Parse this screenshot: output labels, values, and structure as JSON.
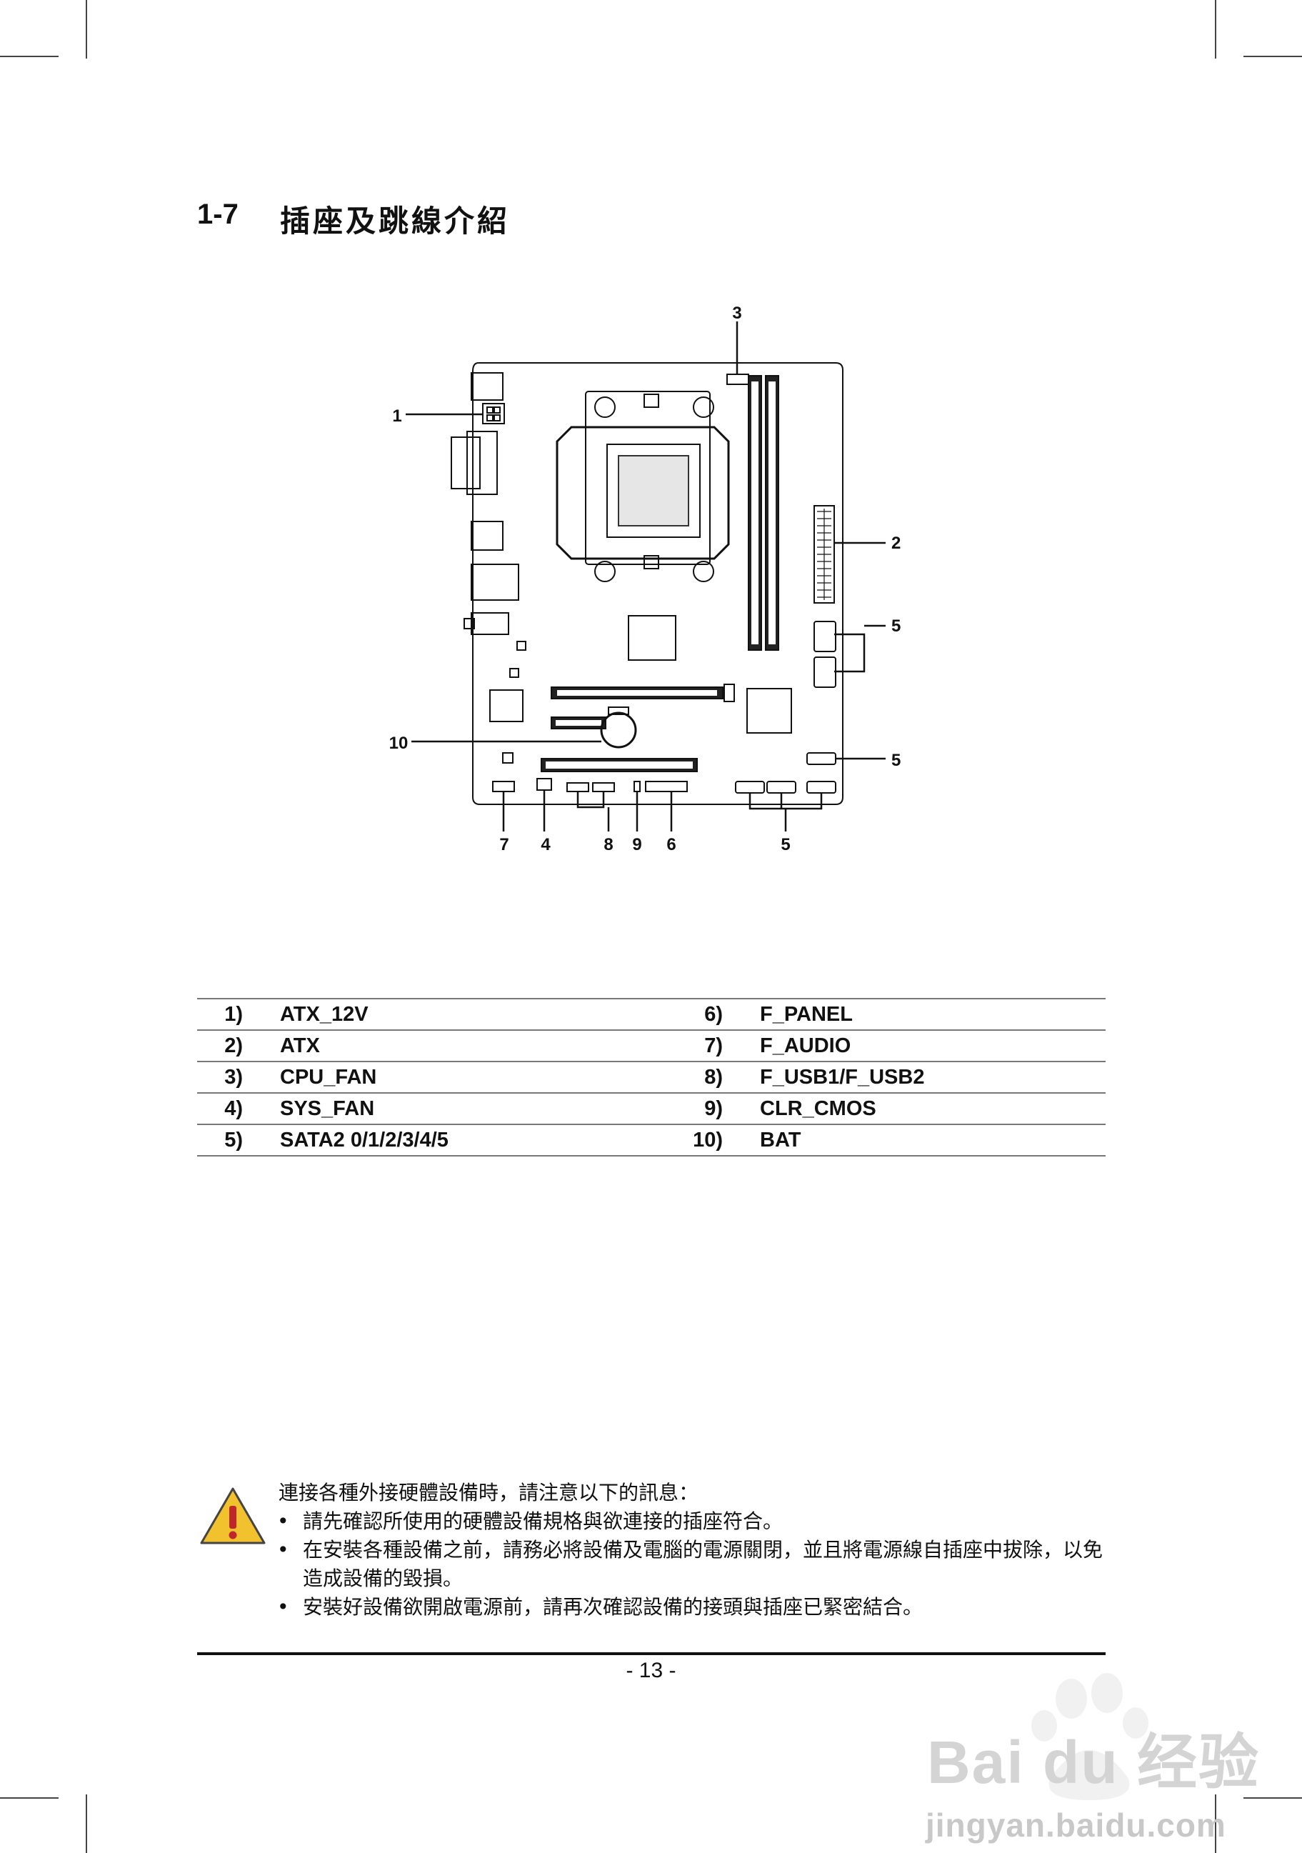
{
  "header": {
    "section_number": "1-7",
    "section_title": "插座及跳線介紹"
  },
  "diagram": {
    "callouts": [
      "1",
      "2",
      "3",
      "4",
      "5",
      "5",
      "5",
      "6",
      "7",
      "8",
      "9",
      "10"
    ]
  },
  "connectors": [
    {
      "num": "1)",
      "name": "ATX_12V",
      "num2": "6)",
      "name2": "F_PANEL"
    },
    {
      "num": "2)",
      "name": "ATX",
      "num2": "7)",
      "name2": "F_AUDIO"
    },
    {
      "num": "3)",
      "name": "CPU_FAN",
      "num2": "8)",
      "name2": "F_USB1/F_USB2"
    },
    {
      "num": "4)",
      "name": "SYS_FAN",
      "num2": "9)",
      "name2": "CLR_CMOS"
    },
    {
      "num": "5)",
      "name": "SATA2 0/1/2/3/4/5",
      "num2": "10)",
      "name2": "BAT"
    }
  ],
  "notice": {
    "intro": "連接各種外接硬體設備時，請注意以下的訊息：",
    "bullet": "•",
    "items": [
      "請先確認所使用的硬體設備規格與欲連接的插座符合。",
      "在安裝各種設備之前，請務必將設備及電腦的電源關閉，並且將電源線自插座中拔除，以免造成設備的毀損。",
      "安裝好設備欲開啟電源前，請再次確認設備的接頭與插座已緊密結合。"
    ]
  },
  "footer": {
    "page_number": "- 13 -"
  },
  "watermark": {
    "brand": "Bai du 经验",
    "url": "jingyan.baidu.com"
  }
}
